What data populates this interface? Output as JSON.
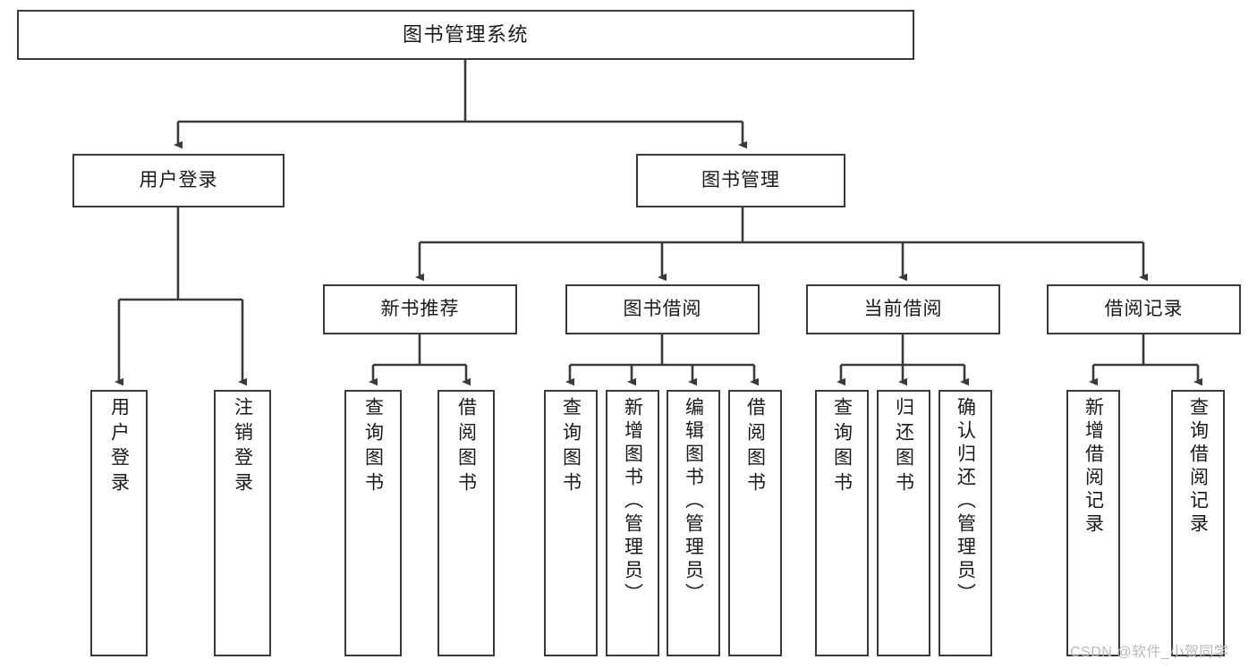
{
  "diagram": {
    "type": "tree-hierarchy-chart",
    "title": "图书管理系统",
    "orientation": "top-down",
    "line_color": "#3a3a3a",
    "box_fill": "#ffffff",
    "background": "#ffffff",
    "nodes": {
      "root": {
        "label": "图书管理系统"
      },
      "level1": [
        {
          "label": "用户登录"
        },
        {
          "label": "图书管理"
        }
      ],
      "level2": [
        {
          "label": "新书推荐"
        },
        {
          "label": "图书借阅"
        },
        {
          "label": "当前借阅"
        },
        {
          "label": "借阅记录"
        }
      ],
      "leaves": {
        "user_login": [
          {
            "label": "用户登录"
          },
          {
            "label": "注销登录"
          }
        ],
        "new_book_recommend": [
          {
            "label": "查询图书"
          },
          {
            "label": "借阅图书"
          }
        ],
        "book_borrow": [
          {
            "label": "查询图书"
          },
          {
            "label": "新增图书（管理员）"
          },
          {
            "label": "编辑图书（管理员）"
          },
          {
            "label": "借阅图书"
          }
        ],
        "current_borrow": [
          {
            "label": "查询图书"
          },
          {
            "label": "归还图书"
          },
          {
            "label": "确认归还（管理员）"
          }
        ],
        "borrow_records": [
          {
            "label": "新增借阅记录"
          },
          {
            "label": "查询借阅记录"
          }
        ]
      }
    }
  },
  "watermark": {
    "text": "CSDN @软件_小贺同学"
  }
}
